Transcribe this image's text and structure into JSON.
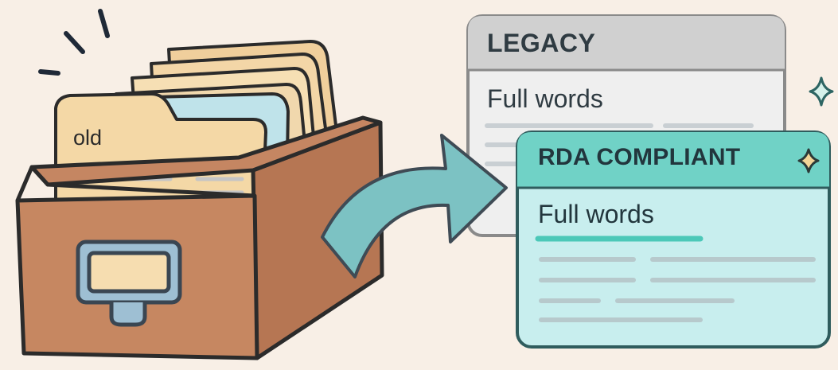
{
  "drawer": {
    "folder_label": "old"
  },
  "legacy_card": {
    "title": "LEGACY",
    "text": "Full words"
  },
  "rda_card": {
    "title": "RDA COMPLIANT",
    "text": "Full words"
  },
  "icons": {
    "sparkle": "sparkle-icon",
    "diamond": "diamond-icon",
    "arrow": "curved-arrow"
  },
  "colors": {
    "background": "#f8efe6",
    "drawer": "#b87a57",
    "folder": "#f3d8a8",
    "teal": "#58c8bb",
    "legacy_bg": "#f0f0f0",
    "rda_bg": "#c8eeee"
  }
}
